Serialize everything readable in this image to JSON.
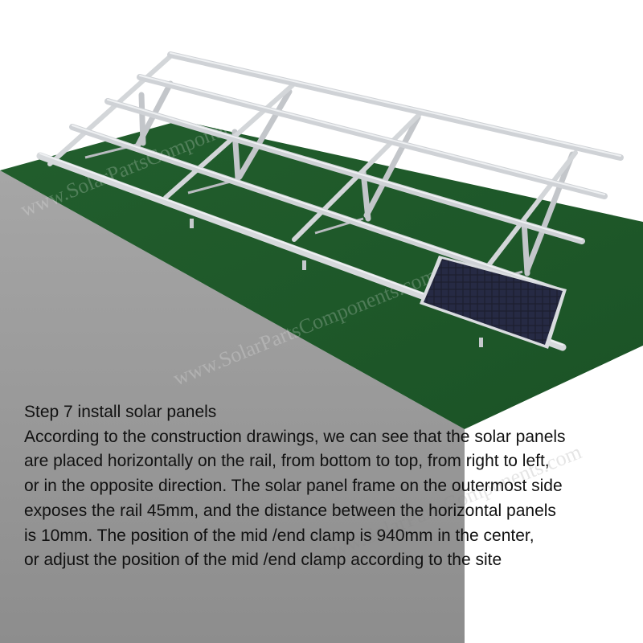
{
  "caption": {
    "title": "Step 7 install solar panels",
    "lines": [
      "According to the construction drawings, we can see that the solar panels",
      "are placed horizontally on the rail, from bottom to top, from right to left,",
      "or in the opposite direction. The solar panel frame on the outermost side",
      "exposes the rail 45mm, and the distance between the horizontal panels",
      "is 10mm. The position of the mid /end clamp is 940mm in the center,",
      "or adjust the position of the mid /end clamp according to the site"
    ]
  },
  "watermarks": [
    "www.SolarPartsComponents.com"
  ],
  "colors": {
    "ground_top": "#1f5a2a",
    "ground_side": "#9b9b9b",
    "rail": "#c9ccd0",
    "panel": "#1c1e2e"
  }
}
